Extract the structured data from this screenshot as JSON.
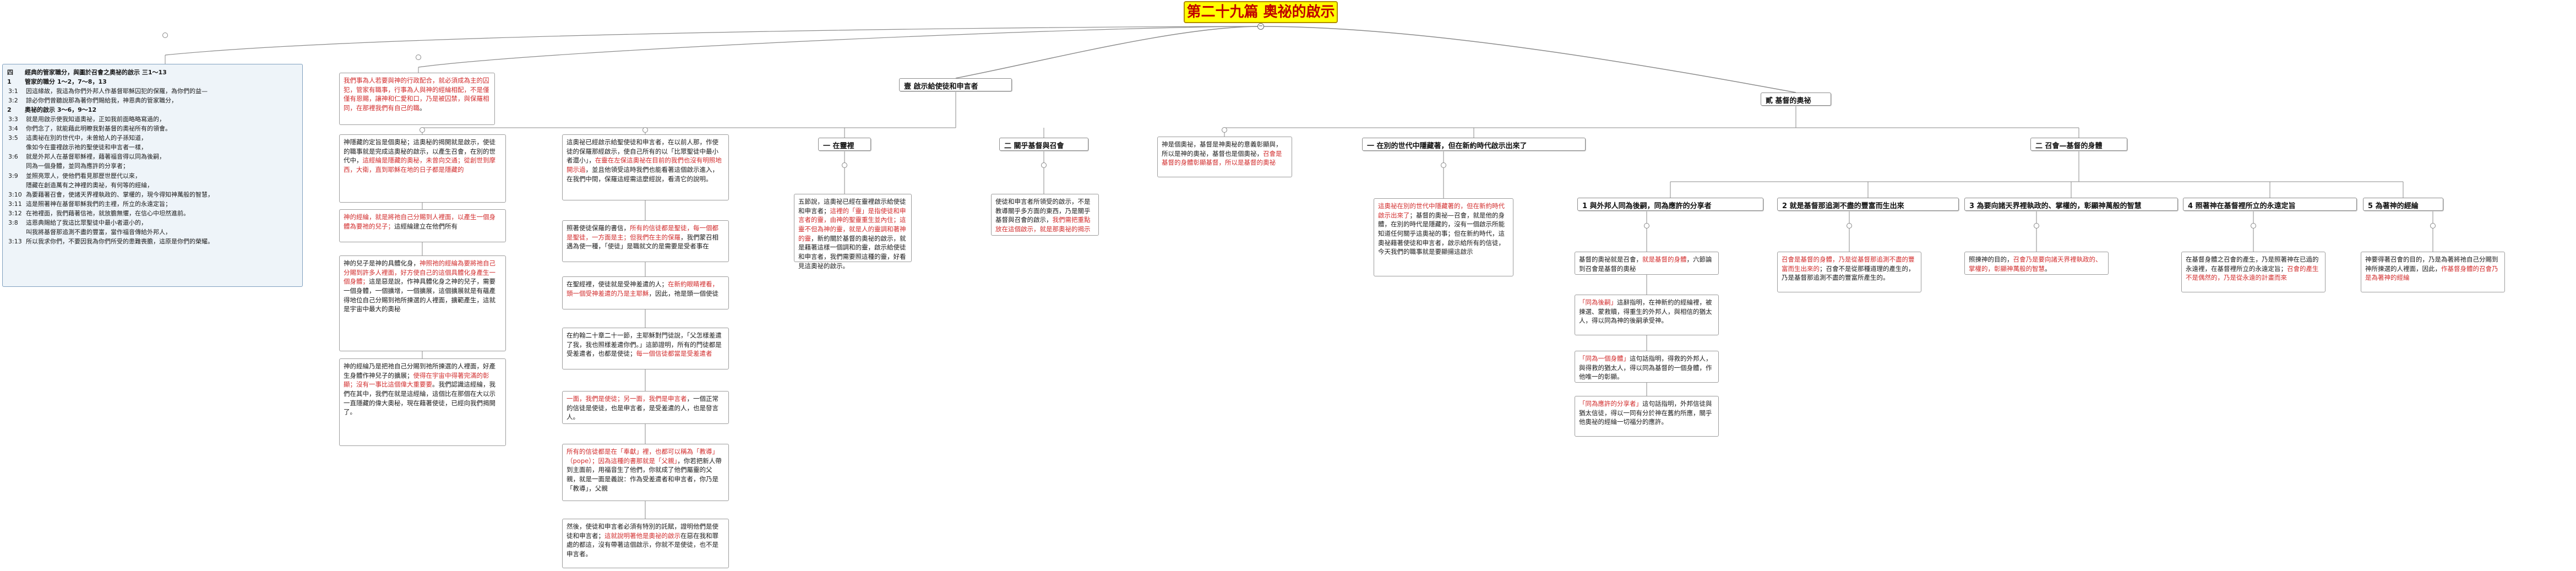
{
  "root": {
    "title": "第二十九篇  奧祕的啟示"
  },
  "outline": {
    "lines": [
      {
        "kind": "h",
        "num": "四",
        "text": "經典的管家職分，與圖於召會之奧祕的啟示   三1～13"
      },
      {
        "kind": "h",
        "num": "1",
        "text": "管家的職分  1～2，7～8，13"
      },
      {
        "kind": "s",
        "num": "3:1",
        "text": "因這緣故，我這為你們外邦人作基督耶穌囚犯的保羅，為你們的益—"
      },
      {
        "kind": "s",
        "num": "3:2",
        "text": "諒必你們曾聽說那為著你們賜給我，神恩典的管家職分，"
      },
      {
        "kind": "h",
        "num": "2",
        "text": "奧祕的啟示  3～6，9～12"
      },
      {
        "kind": "s",
        "num": "3:3",
        "text": "就是用啟示使我知道奧祕，正如我前面略略寫過的，"
      },
      {
        "kind": "s",
        "num": "3:4",
        "text": "你們念了，就能藉此明瞭我對基督的奧祕所有的領會。"
      },
      {
        "kind": "s",
        "num": "3:5",
        "text": "這奧祕在別的世代中，未曾給人的子孫知道，"
      },
      {
        "kind": "t",
        "num": "",
        "text": "像如今在靈裡啟示祂的聖使徒和申言者一樣，"
      },
      {
        "kind": "s",
        "num": "3:6",
        "text": "就是外邦人在基督耶穌裡，藉著福音得以同為後嗣，"
      },
      {
        "kind": "t",
        "num": "",
        "text": "同為一個身體，並同為應許的分享者；"
      },
      {
        "kind": "s",
        "num": "3:9",
        "text": "並照亮眾人，使他們看見那歷世歷代以來，"
      },
      {
        "kind": "t",
        "num": "",
        "text": "隱藏在創造萬有之神裡的奧祕，有何等的經綸，"
      },
      {
        "kind": "s",
        "num": "3:10",
        "text": "為要藉著召會，使諸天界裡執政的、掌權的，現今得知神萬般的智慧，"
      },
      {
        "kind": "s",
        "num": "3:11",
        "text": "這是照著神在基督耶穌我們的主裡，所立的永遠定旨；"
      },
      {
        "kind": "s",
        "num": "3:12",
        "text": "在祂裡面，我們藉著信祂，就放膽無懼，在信心中坦然進前。"
      },
      {
        "kind": "s",
        "num": "3:8",
        "text": "這恩典賜給了我這比眾聖徒中最小者還小的，"
      },
      {
        "kind": "t",
        "num": "",
        "text": "叫我將基督那追測不盡的豐富，當作福音傳給外邦人，"
      },
      {
        "kind": "s",
        "num": "3:13",
        "text": "所以我求你們，不要因我為你們所受的患難喪膽，這原是你們的榮耀。"
      }
    ]
  },
  "stewardship": {
    "parts": [
      {
        "t": "我們事為人若要與神的行政配合，就必須成為主的囚犯，管家有職事，行事為人與神的經綸相配，不是僅僅有恩賜，讓神和仁愛和口，乃是被囚禁，與保羅相同，在那裡我們有自己的職",
        "red": true
      },
      {
        "t": "。",
        "red": false
      }
    ]
  },
  "branch_a": {
    "label": "壹  啟示給使徒和申言者",
    "left_boxes": [
      {
        "parts": [
          {
            "t": "神隱藏的定旨是個奧秘；這奧秘的揭開就是啟示，使徒的職事就是完成這奧秘的啟示，以產生召會，在別的世代中，",
            "red": false
          },
          {
            "t": "這經綸是隱藏的奧秘，未曾向交通；從創世到摩西，大衛，直到耶穌在地的日子都是隱藏的",
            "red": true
          }
        ]
      },
      {
        "parts": [
          {
            "t": "神的經綸，就是將祂自己分賜到人裡面，以產生一個身體為要祂的兒子；",
            "red": true
          },
          {
            "t": "這經綸建立在他們所有",
            "red": false
          }
        ]
      },
      {
        "parts": [
          {
            "t": "神的兒子是神的具體化身，",
            "red": false
          },
          {
            "t": "神照祂的經綸為要將祂自己分賜到許多人裡面，好方使自己的這個具體化身產生一個身體；",
            "red": true
          },
          {
            "t": "這是惡是說，作神具體化身之神的兒子，需要一個身體，一個擴增，一個擴展，這個擴展就是有蘊產得地位自己分賜到祂所揀選的人裡面，擴範產生，這就是宇宙中最大的奧秘",
            "red": false
          }
        ]
      },
      {
        "parts": [
          {
            "t": "神的經綸乃是把祂自己分賜到祂所揀選的人裡面，好產生身體作神兒子的擴展；",
            "red": false
          },
          {
            "t": "使得在宇宙中得著完滿的彰顯；沒有一事比這個偉大重要要",
            "red": true
          },
          {
            "t": "。我們認識這經綸，我們在其中，我們在就是這經綸，這個比在那個在大以示一直隱藏的偉大奧秘，現在藉著使徒，已經向我們揭開了。",
            "red": false
          }
        ]
      }
    ],
    "right_boxes": [
      {
        "parts": [
          {
            "t": "這奧祕已經啟示給聖使徒和申言者，在以前人那，作使徒的保羅那經啟示，使自己所有的以「比眾聖徒中最小者還小」，",
            "red": false
          },
          {
            "t": "在靈在左保這奧祕在目前的我們也沒有明照地開示過",
            "red": true
          },
          {
            "t": "，並且他領受這時我們也能看著這個啟示進入，在我們中間，保羅這經需這麼經說，看清它的說明。",
            "red": false
          }
        ]
      },
      {
        "parts": [
          {
            "t": "照著使徒保羅的書信，",
            "red": false
          },
          {
            "t": "所有的信徒都是聖徒，每一個都是聖徒，一方面是主；但我們在主的保羅",
            "red": true
          },
          {
            "t": "，我們蒙召相遇為使一種，「使徒」是職就文的是需要是受者事在",
            "red": false
          }
        ]
      },
      {
        "parts": [
          {
            "t": "在聖經裡，使徒就是受神差遣的人；",
            "red": false
          },
          {
            "t": "在新約眼睛裡看，頭一個受神差遣的乃是主耶穌",
            "red": true
          },
          {
            "t": "，因此，祂是頭一個使徒",
            "red": false
          }
        ]
      },
      {
        "parts": [
          {
            "t": "在約翰二十章二十一節，主耶穌對門徒說，「父怎樣差遣了我，我也照樣差遣你們。」這節證明，所有的門徒都是受差遣者，也都是使徒；",
            "red": false
          },
          {
            "t": "每一個信徒都當是受差遣者",
            "red": true
          },
          {
            "t": "",
            "red": false
          }
        ]
      },
      {
        "parts": [
          {
            "t": "一面，我們是使徒；另一面，我們是申言者",
            "red": true
          },
          {
            "t": "，一個正常的信徒是使徒，也是申言者，是受差遣的人，也是發言人。",
            "red": false
          }
        ]
      },
      {
        "parts": [
          {
            "t": "所有的信徒都是在「奉獻」裡，也都可以稱為「教導」（pope）；因為這種的書那就是「父親」",
            "red": true
          },
          {
            "t": "，你若把新人帶到主面前，用福音生了他們，你就成了他們屬靈的父親，就是一面是義說：作為受差遣者和申言者，你乃是「教導」，父親",
            "red": false
          }
        ]
      },
      {
        "parts": [
          {
            "t": "然後，使徒和申言者必須有特別的託賦，證明他們是使徒和申言者；",
            "red": false
          },
          {
            "t": "這就說明著他是奧祕的啟示",
            "red": true
          },
          {
            "t": "在惡在我和罪處的都這，沒有帶著這個啟示，你就不是使徒，也不是申言者。",
            "red": false
          }
        ]
      }
    ],
    "sub1": {
      "label": "一  在靈裡",
      "boxes": [
        {
          "parts": [
            {
              "t": "五節說，這奧祕已經在靈裡啟示給使徒和申言者；",
              "red": false
            },
            {
              "t": "這裡的「靈」是指使徒和申言者的靈，由神的聖靈重生並內住；這靈不但為神的靈，就是人的靈調和著神的靈",
              "red": true
            },
            {
              "t": "，新約關於基督的奧祕的啟示，就是藉著這樣一個調和的靈，啟示給使徒和申言者，我們需要照這種的靈，好看見這奧祕的啟示。",
              "red": false
            }
          ]
        }
      ]
    },
    "sub2": {
      "label": "二  關乎基督與召會",
      "boxes": [
        {
          "parts": [
            {
              "t": "使徒和申言者所領受的啟示，不是教導關乎多方面的東西，乃是關乎基督與召會的啟示，",
              "red": false
            },
            {
              "t": "我們需把重點放在這個啟示，就是那奧祕的揭示",
              "red": true
            },
            {
              "t": "",
              "red": false
            }
          ]
        }
      ]
    }
  },
  "branch_b": {
    "label": "貳  基督的奧祕",
    "intro": {
      "parts": [
        {
          "t": "神是個奧祕，基督是神奧秘的意義彰顯與，所以是神的奧祕，基督也是個奧祕，",
          "red": false
        },
        {
          "t": "召會是基督的身體彰顯基督，所以是基督的奧祕",
          "red": true
        }
      ]
    },
    "sub1": {
      "label": "一  在別的世代中隱藏著，但在新約時代啟示出來了",
      "boxes": [
        {
          "parts": [
            {
              "t": "這奧祕在別的世代中隱藏著的，",
              "red": true
            },
            {
              "t": "但在新約時代啟示出來了",
              "red": true
            },
            {
              "t": "；基督的奧祕—召會，就是他的身體，在別的時代是隱藏的，沒有一個啟示所能知道任何關乎這奧祕的事；但在新約時代，這奧祕藉著使徒和申言者，啟示給所有的信徒，今天我們的職事就是要顯揚這啟示",
              "red": false
            }
          ]
        }
      ]
    },
    "sub2": {
      "label": "二  召會—基督的身體",
      "children": [
        {
          "label": "1  與外邦人同為後嗣，同為應許的分享者",
          "boxes": [
            {
              "parts": [
                {
                  "t": "基督的奧祕就是召會，",
                  "red": false
                },
                {
                  "t": "就是基督的身體",
                  "red": true
                },
                {
                  "t": "，六節論到召會是基督的奧秘",
                  "red": false
                }
              ]
            },
            {
              "parts": [
                {
                  "t": "「同為後嗣」",
                  "red": true
                },
                {
                  "t": "這辭指明，在神新約的經綸裡，被揀選、蒙救贖，得重生的外邦人，與相信的猶太人，得以同為神的後嗣承受神。",
                  "red": false
                }
              ]
            },
            {
              "parts": [
                {
                  "t": "「同為一個身體」",
                  "red": true
                },
                {
                  "t": "這句話指明，得救的外邦人，與得救的猶太人，得以同為基督的一個身體，作他唯一的彰顯。",
                  "red": false
                }
              ]
            },
            {
              "parts": [
                {
                  "t": "「同為應許的分享者」",
                  "red": true
                },
                {
                  "t": "這句話指明，外邦信徒與猶太信徒，得以一同有分於神在舊約所應，關乎他奧祕的經綸一切福分的應許。",
                  "red": false
                }
              ]
            }
          ]
        },
        {
          "label": "2  就是基督那追測不盡的豐富而生出來",
          "boxes": [
            {
              "parts": [
                {
                  "t": "召會是基督的身體，乃是從基督那追測不盡的豐富而生出來的",
                  "red": true
                },
                {
                  "t": "；召會不是從那種道理的產生的，乃是基督那追測不盡的豐富所產生的。",
                  "red": false
                }
              ]
            }
          ]
        },
        {
          "label": "3  為要向諸天界裡執政的、掌權的，彰顯神萬般的智慧",
          "boxes": [
            {
              "parts": [
                {
                  "t": "照揀神的目的，",
                  "red": false
                },
                {
                  "t": "召會乃是要向諸天界裡執政的、掌權的，彰顯神萬般的智慧",
                  "red": true
                },
                {
                  "t": "。",
                  "red": false
                }
              ]
            }
          ]
        },
        {
          "label": "4  照著神在基督裡所立的永遠定旨",
          "boxes": [
            {
              "parts": [
                {
                  "t": "在基督身體之召會的產生，乃是照著神在已過的永遠裡，在基督裡所立的永遠定旨；",
                  "red": false
                },
                {
                  "t": "召會的產生不是偶然的，乃是從永遠的計畫而來",
                  "red": true
                }
              ]
            }
          ]
        },
        {
          "label": "5  為著神的經綸",
          "boxes": [
            {
              "parts": [
                {
                  "t": "神要得著召會的目的，乃是為著將祂自己分賜到神所揀選的人裡面，因此，",
                  "red": false
                },
                {
                  "t": "作基督身體的召會乃是為著神的經綸",
                  "red": true
                }
              ]
            }
          ]
        }
      ]
    }
  }
}
